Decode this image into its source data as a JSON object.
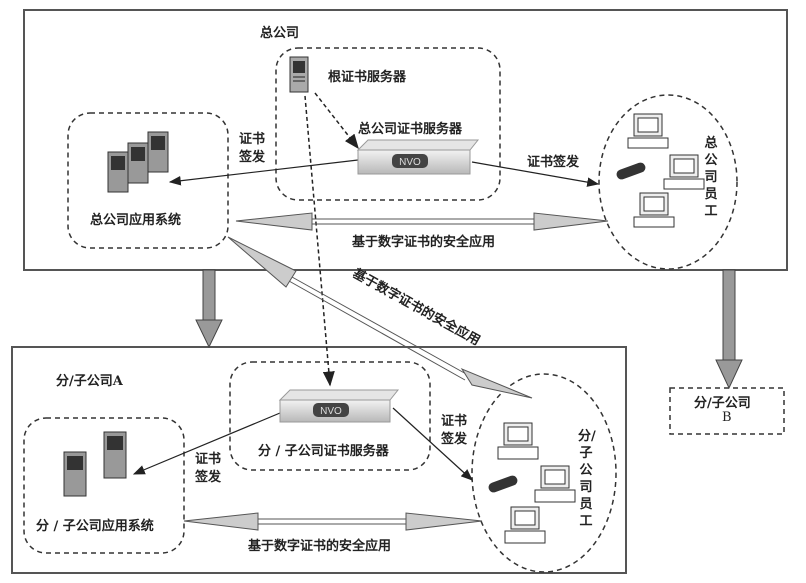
{
  "head_office": {
    "title": "总公司",
    "root_server_label": "根证书服务器",
    "cert_server_label": "总公司证书服务器",
    "app_system_label": "总公司应用系统",
    "employees_label": "总公司员工",
    "issue_label_left": "证书签发",
    "issue_label_right": "证书签发",
    "secure_app_label": "基于数字证书的安全应用"
  },
  "branch_a": {
    "title": "分/子公司A",
    "cert_server_label": "分 / 子公司证书服务器",
    "app_system_label": "分 / 子公司应用系统",
    "employees_label": "分/子公司员工",
    "issue_label_left": "证书签发",
    "issue_label_right": "证书签发",
    "secure_app_label": "基于数字证书的安全应用"
  },
  "branch_b": {
    "line1": "分/子公司",
    "line2": "B"
  },
  "cross_link_label": "基于数字证书的安全应用",
  "colors": {
    "stroke": "#333333",
    "arrow_fill": "#bdbdbd",
    "server_body": "#9a9a9a",
    "rack_server": "#d8d8d8"
  }
}
